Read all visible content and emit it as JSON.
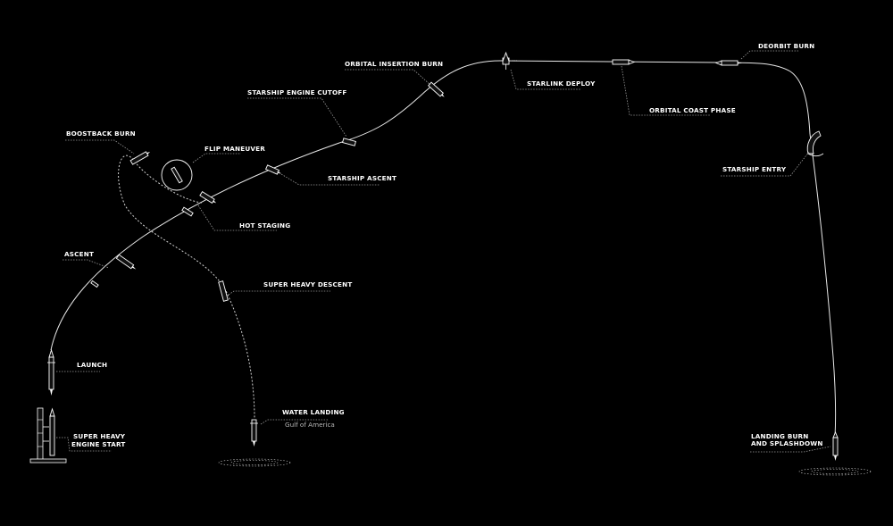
{
  "stages": {
    "engine_start": {
      "line1": "SUPER HEAVY",
      "line2": "ENGINE START"
    },
    "launch": "LAUNCH",
    "ascent": "ASCENT",
    "hot_staging": "HOT STAGING",
    "boostback_burn": "BOOSTBACK BURN",
    "flip_maneuver": "FLIP MANEUVER",
    "super_heavy_descent": "SUPER HEAVY DESCENT",
    "water_landing": "WATER LANDING",
    "water_landing_location": "Gulf of America",
    "starship_ascent": "STARSHIP ASCENT",
    "starship_engine_cutoff": "STARSHIP ENGINE CUTOFF",
    "orbital_insertion_burn": "ORBITAL INSERTION BURN",
    "starlink_deploy": "STARLINK DEPLOY",
    "orbital_coast_phase": "ORBITAL COAST PHASE",
    "deorbit_burn": "DEORBIT BURN",
    "starship_entry": "STARSHIP ENTRY",
    "landing": {
      "line1": "LANDING BURN",
      "line2": "AND SPLASHDOWN"
    }
  },
  "colors": {
    "background": "#000000",
    "line": "#ffffff",
    "sublabel": "#b8b8b8"
  }
}
